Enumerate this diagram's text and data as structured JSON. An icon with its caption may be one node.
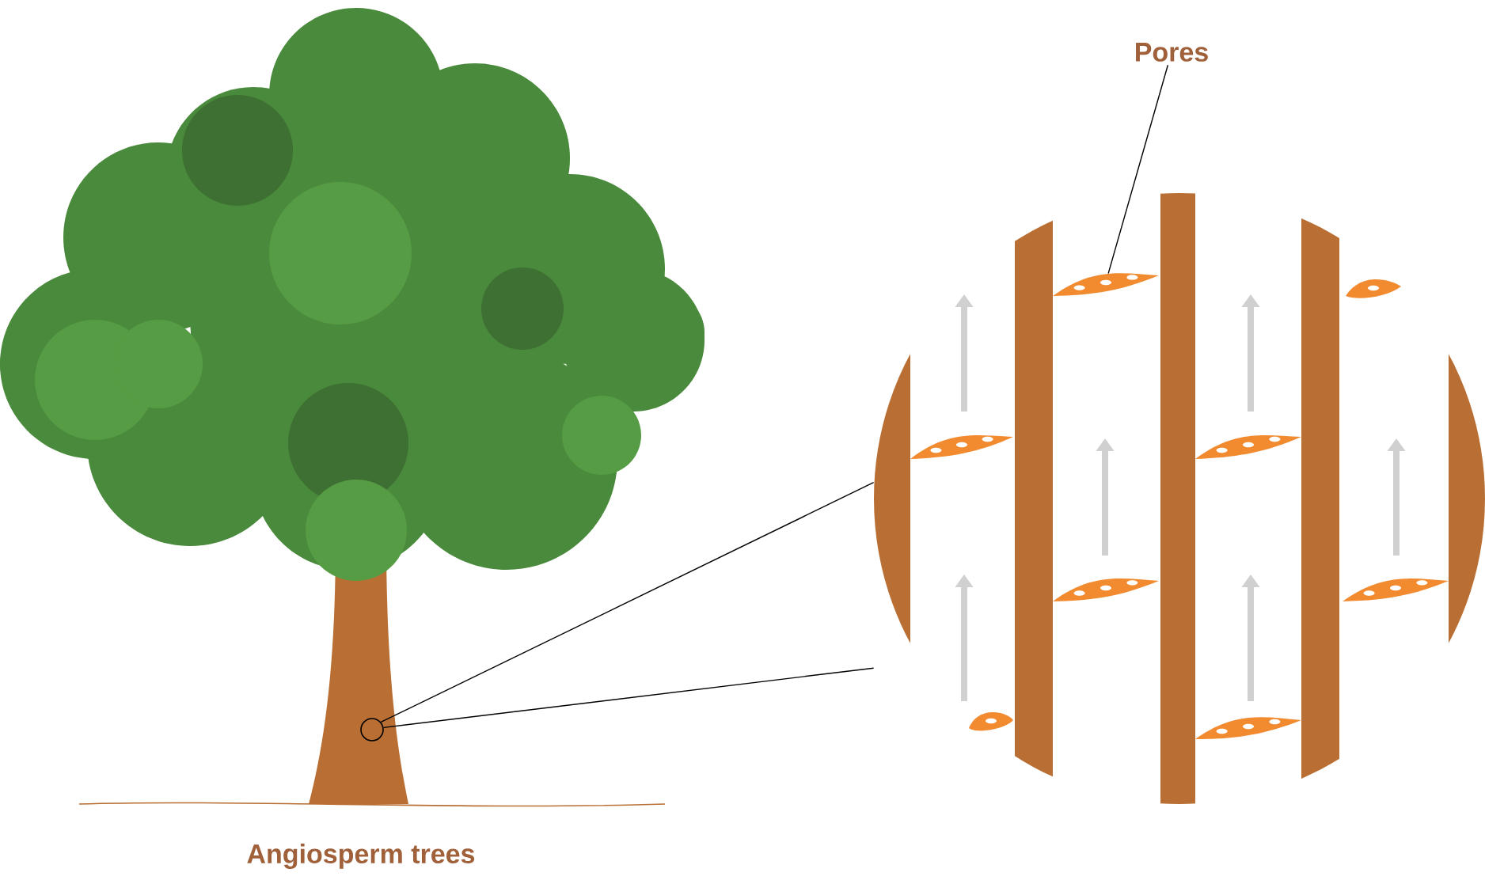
{
  "diagram": {
    "nodes": [
      {
        "text": [
          "Pores"
        ]
      },
      {
        "text": [],
        "shape": "picture"
      },
      {
        "text": [],
        "shape": "picture",
        "in": 1
      },
      {
        "text": [],
        "shape": "circle"
      }
    ],
    "edges": [
      {
        "from": 0,
        "to": 2,
        "arrow": "none"
      },
      {
        "from": 3,
        "to": 1,
        "arrow": "none"
      },
      {
        "from": 3,
        "to": 1,
        "arrow": "none"
      }
    ],
    "labels": [
      "Angiosperm trees"
    ]
  }
}
